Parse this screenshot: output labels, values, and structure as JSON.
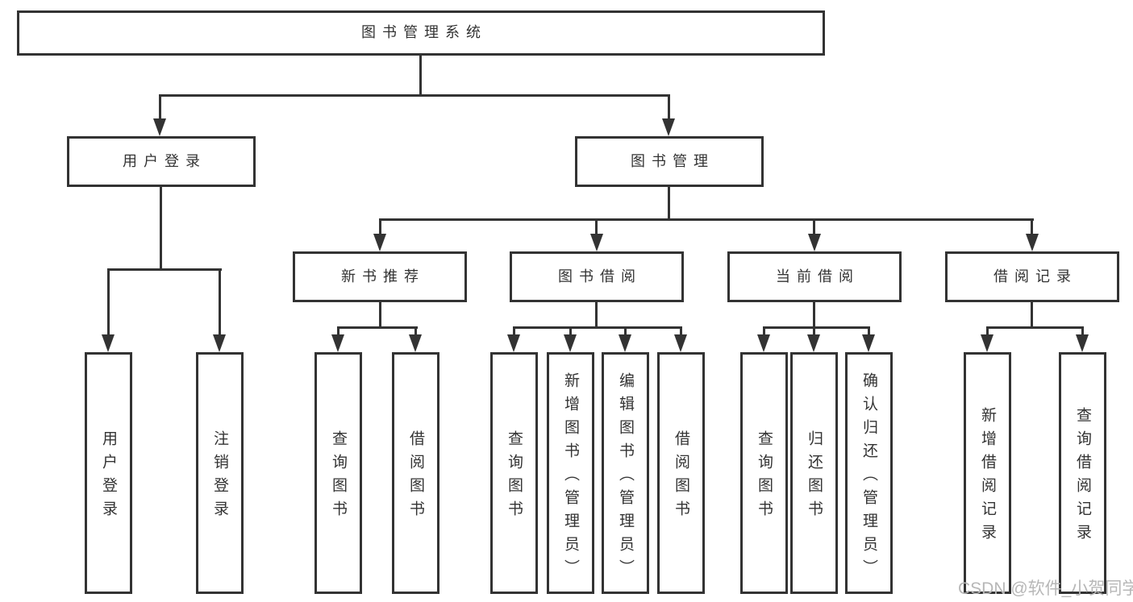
{
  "colors": {
    "line": "#333333",
    "box_border": "#333333",
    "text": "#333333",
    "background": "#ffffff",
    "watermark": "#b7b7b7"
  },
  "watermark": {
    "text": "CSDN @软件_小贺同学"
  },
  "tree": {
    "root": {
      "label": "图书管理系统",
      "children": [
        {
          "label": "用户登录",
          "children": [
            {
              "label": "用户登录"
            },
            {
              "label": "注销登录"
            }
          ]
        },
        {
          "label": "图书管理",
          "children": [
            {
              "label": "新书推荐",
              "children": [
                {
                  "label": "查询图书"
                },
                {
                  "label": "借阅图书"
                }
              ]
            },
            {
              "label": "图书借阅",
              "children": [
                {
                  "label": "查询图书"
                },
                {
                  "label": "新增图书（管理员）"
                },
                {
                  "label": "编辑图书（管理员）"
                },
                {
                  "label": "借阅图书"
                }
              ]
            },
            {
              "label": "当前借阅",
              "children": [
                {
                  "label": "查询图书"
                },
                {
                  "label": "归还图书"
                },
                {
                  "label": "确认归还（管理员）"
                }
              ]
            },
            {
              "label": "借阅记录",
              "children": [
                {
                  "label": "新增借阅记录"
                },
                {
                  "label": "查询借阅记录"
                }
              ]
            }
          ]
        }
      ]
    }
  }
}
